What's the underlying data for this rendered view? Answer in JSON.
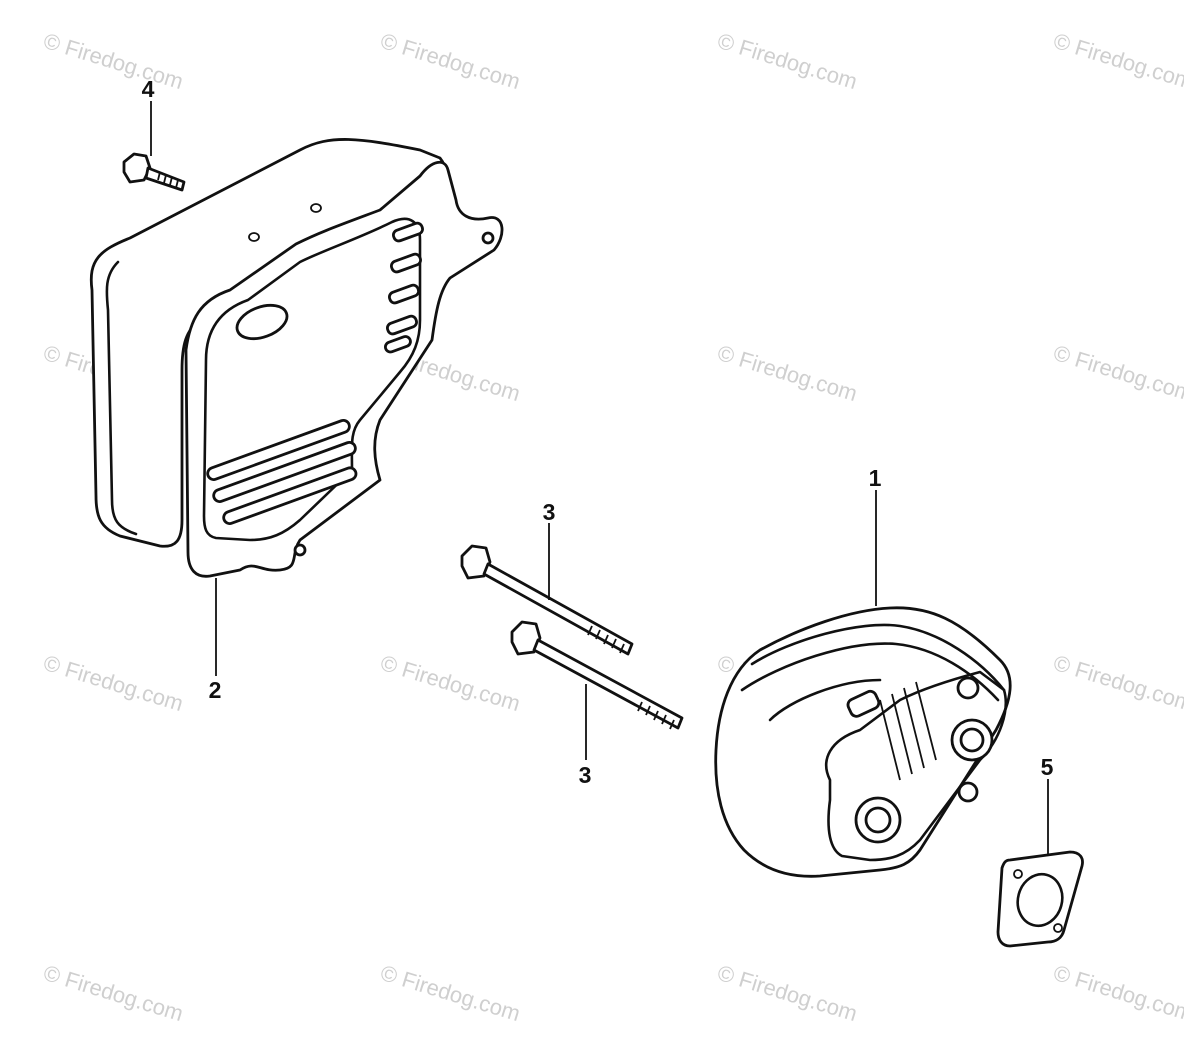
{
  "watermark": {
    "text": "© Firedog.com"
  },
  "callouts": {
    "part_1": "1",
    "part_2": "2",
    "part_3a": "3",
    "part_3b": "3",
    "part_4": "4",
    "part_5": "5"
  }
}
